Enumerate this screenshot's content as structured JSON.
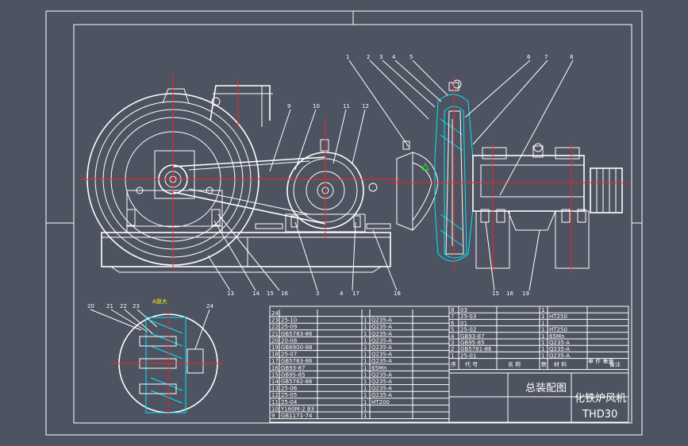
{
  "balloons_top": [
    "1",
    "2",
    "3",
    "4",
    "5",
    "6",
    "7",
    "8",
    "9",
    "10",
    "11",
    "12"
  ],
  "balloons_bottom": [
    "13",
    "14",
    "15",
    "16",
    "3",
    "4",
    "17",
    "18",
    "15",
    "16",
    "19"
  ],
  "detail": {
    "title": "A放大",
    "balloons": [
      "20",
      "21",
      "22",
      "23",
      "24"
    ]
  },
  "parts_left": [
    {
      "no": "24",
      "code": "",
      "name": "",
      "qty": "",
      "mat": "",
      "note": ""
    },
    {
      "no": "23",
      "code": "25-10",
      "name": "",
      "qty": "1",
      "mat": "Q235-A",
      "note": ""
    },
    {
      "no": "22",
      "code": "25-09",
      "name": "",
      "qty": "1",
      "mat": "Q235-A",
      "note": ""
    },
    {
      "no": "21",
      "code": "GB5783-86",
      "name": "",
      "qty": "1",
      "mat": "Q235-A",
      "note": ""
    },
    {
      "no": "20",
      "code": "20-08",
      "name": "",
      "qty": "1",
      "mat": "Q235-A",
      "note": ""
    },
    {
      "no": "19",
      "code": "GB6900-88",
      "name": "",
      "qty": "1",
      "mat": "Q235-A",
      "note": ""
    },
    {
      "no": "18",
      "code": "25-07",
      "name": "",
      "qty": "1",
      "mat": "Q235-A",
      "note": ""
    },
    {
      "no": "17",
      "code": "GB5783-86",
      "name": "",
      "qty": "1",
      "mat": "Q235-A",
      "note": ""
    },
    {
      "no": "16",
      "code": "GB93-87",
      "name": "",
      "qty": "1",
      "mat": "65Mn",
      "note": ""
    },
    {
      "no": "15",
      "code": "GB95-85",
      "name": "",
      "qty": "1",
      "mat": "Q235-A",
      "note": ""
    },
    {
      "no": "14",
      "code": "GB5782-86",
      "name": "",
      "qty": "1",
      "mat": "Q235-A",
      "note": ""
    },
    {
      "no": "13",
      "code": "25-06",
      "name": "",
      "qty": "1",
      "mat": "Q235-A",
      "note": ""
    },
    {
      "no": "12",
      "code": "25-05",
      "name": "",
      "qty": "1",
      "mat": "Q235-A",
      "note": ""
    },
    {
      "no": "11",
      "code": "25-04",
      "name": "",
      "qty": "1",
      "mat": "HT200",
      "note": ""
    },
    {
      "no": "10",
      "code": "Y160M-2 B3",
      "name": "",
      "qty": "1",
      "mat": "",
      "note": ""
    },
    {
      "no": "9",
      "code": "GB1171-74",
      "name": "",
      "qty": "1",
      "mat": "",
      "note": ""
    }
  ],
  "parts_right": [
    {
      "no": "8",
      "code": "03",
      "name": "",
      "qty": "1",
      "mat": "",
      "note": ""
    },
    {
      "no": "7",
      "code": "25-03",
      "name": "",
      "qty": "1",
      "mat": "HT250",
      "note": ""
    },
    {
      "no": "6",
      "code": "01",
      "name": "",
      "qty": "1",
      "mat": "",
      "note": ""
    },
    {
      "no": "5",
      "code": "25-02",
      "name": "",
      "qty": "1",
      "mat": "HT250",
      "note": ""
    },
    {
      "no": "4",
      "code": "GB93-87",
      "name": "",
      "qty": "1",
      "mat": "65Mn",
      "note": ""
    },
    {
      "no": "3",
      "code": "GB95-85",
      "name": "",
      "qty": "1",
      "mat": "Q235-A",
      "note": ""
    },
    {
      "no": "2",
      "code": "GB5781-86",
      "name": "",
      "qty": "1",
      "mat": "Q235-A",
      "note": ""
    },
    {
      "no": "1",
      "code": "25-01",
      "name": "",
      "qty": "1",
      "mat": "Q235-A",
      "note": ""
    }
  ],
  "parts_header": {
    "no": "序",
    "code": "代 号",
    "name": "名 称",
    "qty": "数",
    "mat": "材 料",
    "weight": "单 件 重量",
    "note": "备注"
  },
  "title_block": {
    "drawing_title": "总装配图",
    "product": "化铁炉风机",
    "drawing_no": "THD30"
  },
  "colors": {
    "background": "#4d5360",
    "paper": "#000000",
    "line": "#ffffff",
    "center": "#ff2020",
    "section": "#00e5ff",
    "leader": "#ffff33"
  }
}
